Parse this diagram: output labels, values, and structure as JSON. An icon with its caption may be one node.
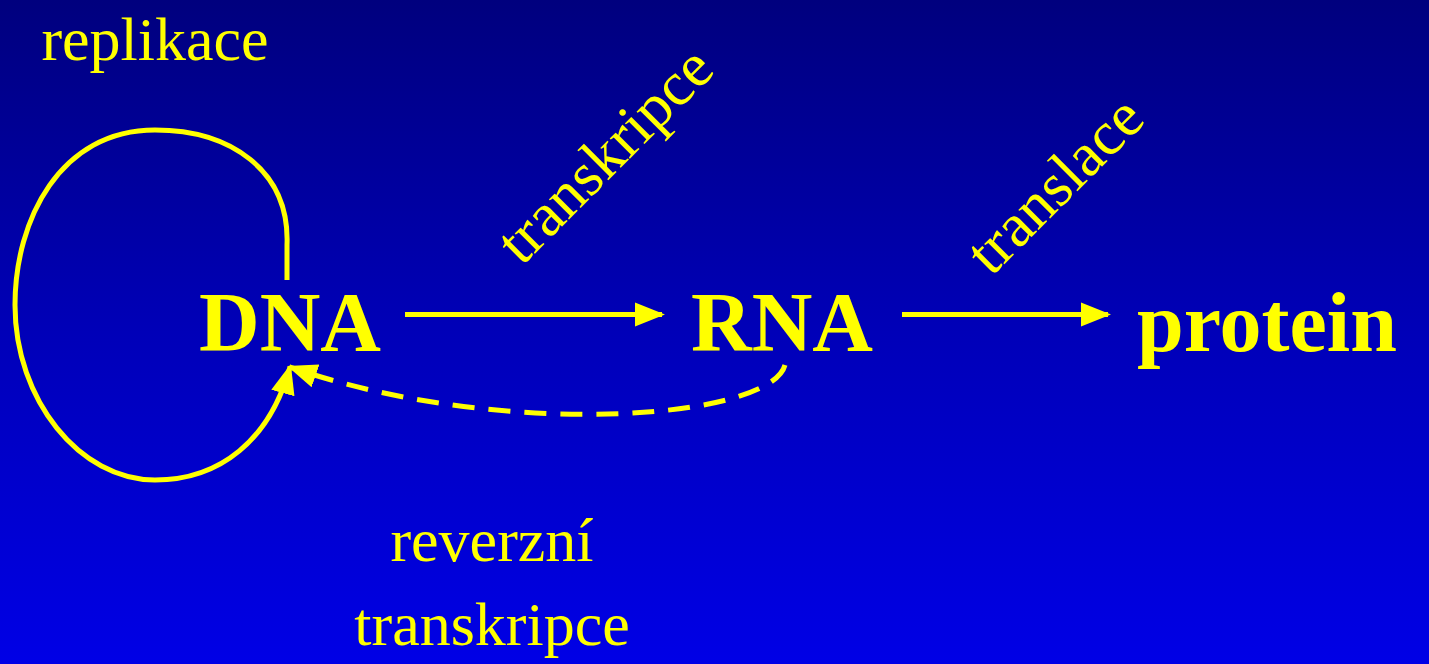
{
  "diagram": {
    "nodes": [
      {
        "text": [
          "DNA"
        ]
      },
      {
        "text": [
          "RNA"
        ]
      },
      {
        "text": [
          "protein"
        ]
      }
    ],
    "edges": [
      {
        "from": 0,
        "to": 1,
        "arrow": "to",
        "label": "transkripce"
      },
      {
        "from": 1,
        "to": 2,
        "arrow": "to",
        "label": "translace"
      },
      {
        "from": 1,
        "to": 0,
        "arrow": "to",
        "style": "dashed",
        "label": "reverzní transkripce"
      },
      {
        "from": 0,
        "to": 0,
        "arrow": "to",
        "label": "replikace"
      }
    ]
  }
}
